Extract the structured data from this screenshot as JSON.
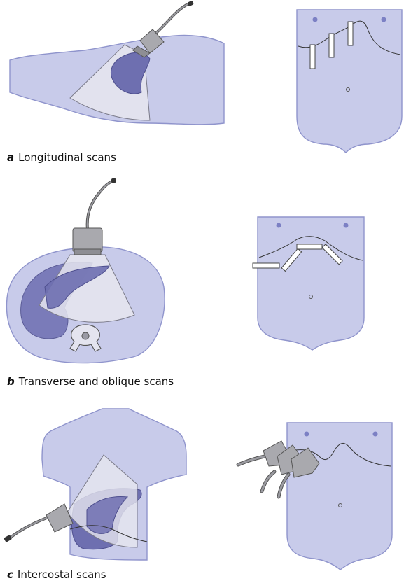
{
  "panels": [
    {
      "id": "a",
      "letter": "a",
      "caption": "Longitudinal scans"
    },
    {
      "id": "b",
      "letter": "b",
      "caption": "Transverse and oblique scans"
    },
    {
      "id": "c",
      "letter": "c",
      "caption": "Intercostal scans"
    }
  ],
  "colors": {
    "body": "#c8cbea",
    "body_outline": "#8f94cc",
    "organ": "#6e6fb0",
    "organ_light": "#8b8cc4",
    "fan": "#e6e6ef",
    "fan_outline": "#7a7a88",
    "probe": "#a9a9ae",
    "probe_dark": "#555",
    "line": "#333",
    "marker": "#7c80c4"
  }
}
